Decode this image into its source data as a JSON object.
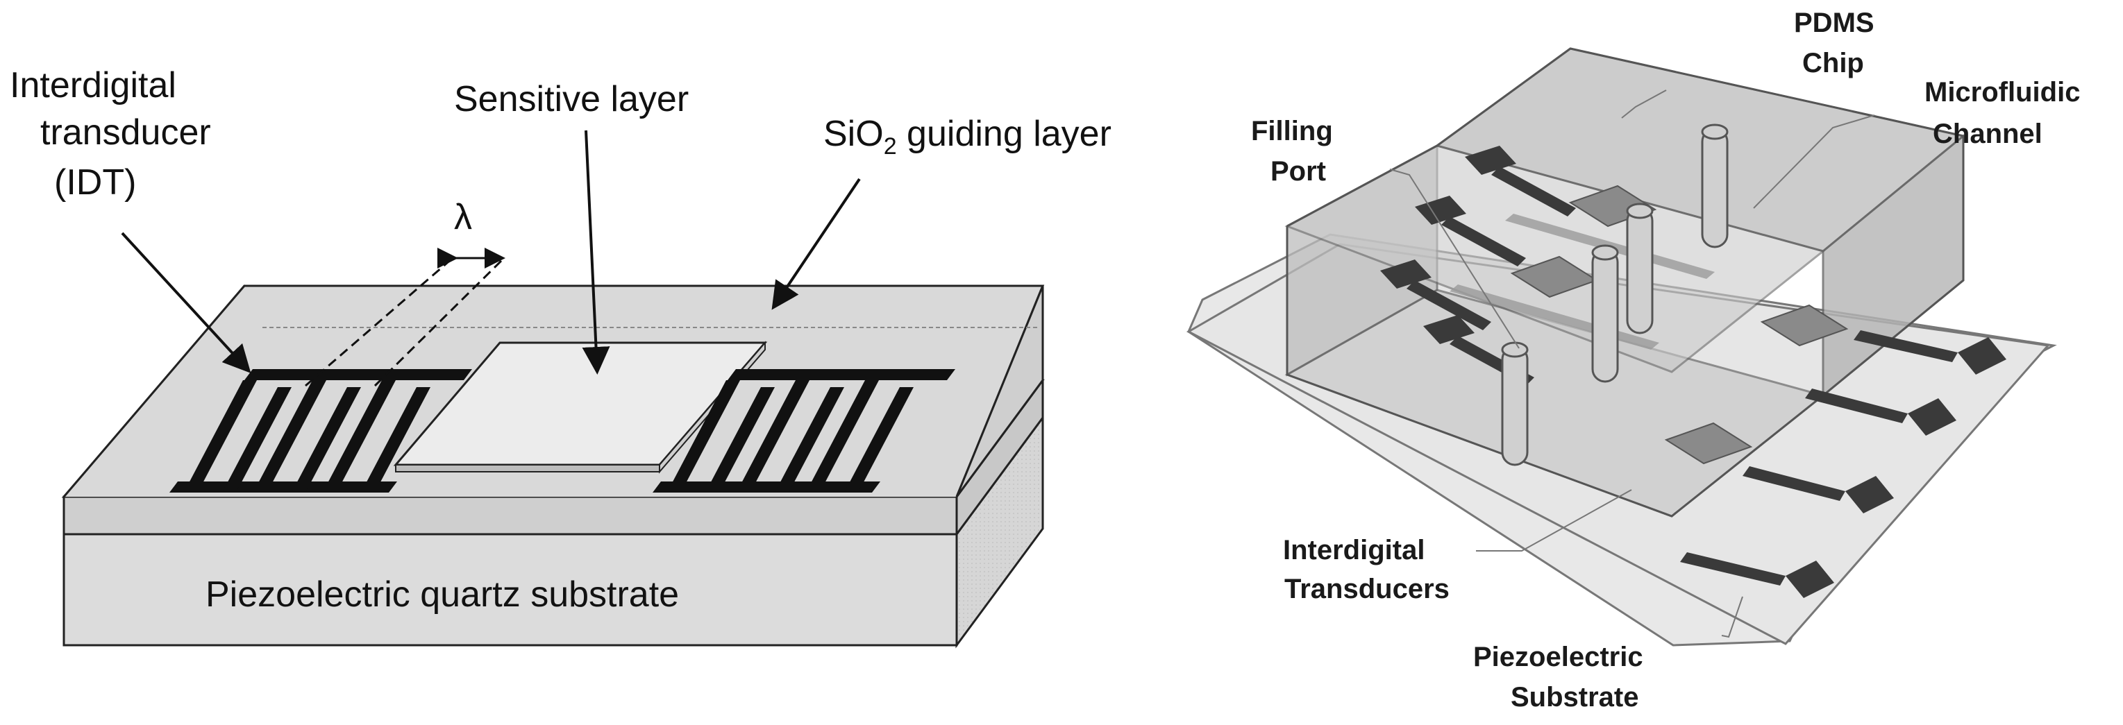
{
  "left_panel": {
    "labels": {
      "idt_line1": "Interdigital",
      "idt_line2": "transducer",
      "idt_line3": "(IDT)",
      "sensitive_layer": "Sensitive layer",
      "guiding_prefix": "SiO",
      "guiding_sub": "2",
      "guiding_suffix": " guiding layer",
      "lambda": "λ",
      "substrate": "Piezoelectric quartz substrate"
    }
  },
  "right_panel": {
    "labels": {
      "pdms_line1": "PDMS",
      "pdms_line2": "Chip",
      "micro_line1": "Microfluidic",
      "micro_line2": "Channel",
      "filling_line1": "Filling",
      "filling_line2": "Port",
      "idt_line1": "Interdigital",
      "idt_line2": "Transducers",
      "piezo_line1": "Piezoelectric",
      "piezo_line2": "Substrate"
    }
  },
  "colors": {
    "substrate_front": "#dcdcdc",
    "guiding_top": "#d9d9d9",
    "electrode": "#111111",
    "pdms": "#bdbdbd",
    "glass": "#e6e6e6"
  }
}
